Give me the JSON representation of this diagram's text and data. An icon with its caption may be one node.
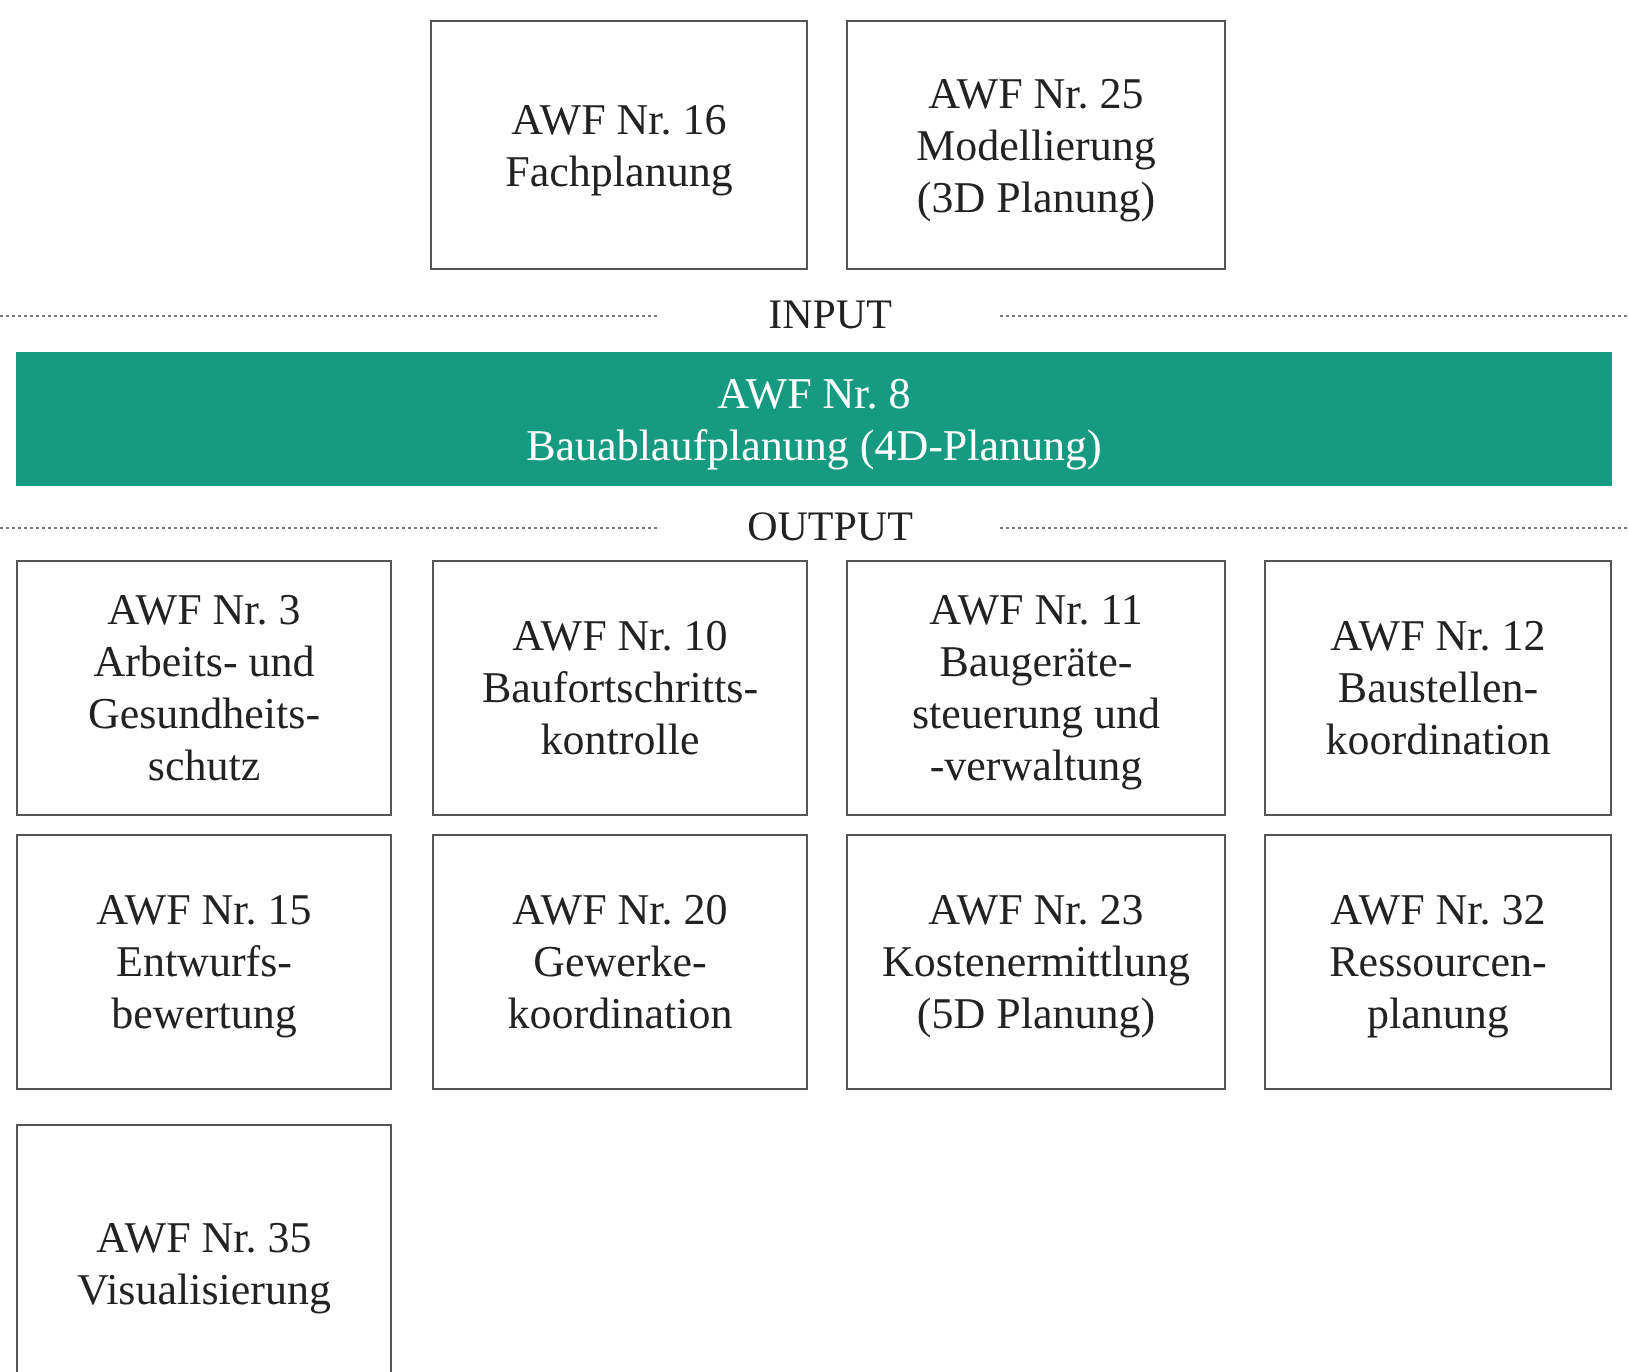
{
  "diagram": {
    "nodes": [
      {
        "text": [
          "AWF Nr. 16",
          "Fachplanung"
        ]
      },
      {
        "text": [
          "AWF Nr. 25",
          "Modellierung (3D Planung)"
        ]
      },
      {
        "text": [
          "AWF Nr. 8",
          "Bauablaufplanung (4D-Planung)"
        ]
      },
      {
        "text": [
          "AWF Nr. 3",
          "Arbeits- und Gesundheits- schutz"
        ]
      },
      {
        "text": [
          "AWF Nr. 10",
          "Baufortschritts- kontrolle"
        ]
      },
      {
        "text": [
          "AWF Nr. 11",
          "Baugeräte- steuerung und -verwaltung"
        ]
      },
      {
        "text": [
          "AWF Nr. 12",
          "Baustellen- koordination"
        ]
      },
      {
        "text": [
          "AWF Nr. 15",
          "Entwurfs- bewertung"
        ]
      },
      {
        "text": [
          "AWF Nr. 20",
          "Gewerke- koordination"
        ]
      },
      {
        "text": [
          "AWF Nr. 23",
          "Kostenermittlung (5D Planung)"
        ]
      },
      {
        "text": [
          "AWF Nr. 32",
          "Ressourcen- planung"
        ]
      },
      {
        "text": [
          "AWF Nr. 35",
          "Visualisierung"
        ]
      }
    ],
    "labels": [
      "INPUT",
      "OUTPUT"
    ]
  }
}
